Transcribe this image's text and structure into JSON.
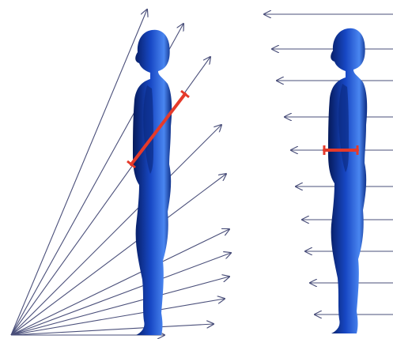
{
  "figure": {
    "panels": [
      {
        "id": "fan-projection",
        "rays": 11,
        "measure_line": "diagonal"
      },
      {
        "id": "parallel-projection",
        "rays": 10,
        "measure_line": "horizontal"
      }
    ],
    "colors": {
      "background": "#ffffff",
      "ray": "#4a4f7a",
      "figure_dark": "#061a5a",
      "figure_mid": "#1747c4",
      "figure_light": "#4a86f0",
      "measure": "#e53a2a"
    }
  }
}
